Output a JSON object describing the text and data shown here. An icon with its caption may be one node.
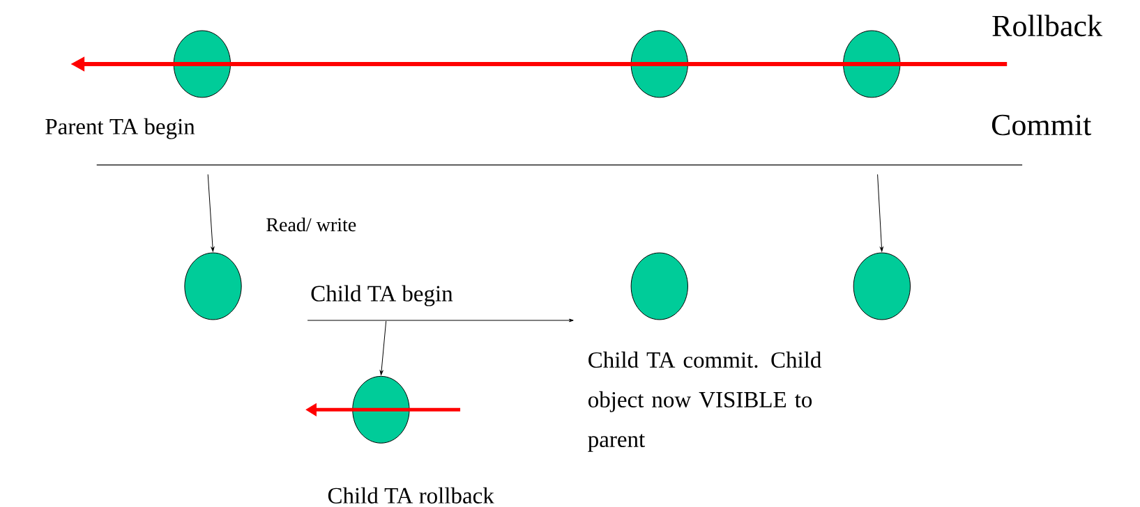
{
  "diagram": {
    "nodes": [
      {
        "text": [],
        "shape": "circle"
      },
      {
        "text": [],
        "shape": "circle"
      },
      {
        "text": [],
        "shape": "circle"
      },
      {
        "text": [],
        "shape": "circle"
      },
      {
        "text": [],
        "shape": "circle"
      },
      {
        "text": [],
        "shape": "circle"
      },
      {
        "text": [],
        "shape": "circle"
      }
    ],
    "edges": [
      {
        "from": null,
        "to": 3,
        "arrow": "to"
      },
      {
        "from": null,
        "to": 5,
        "arrow": "to"
      },
      {
        "from": null,
        "to": 6,
        "arrow": "to"
      }
    ],
    "labels": [
      "Rollback",
      "Parent TA begin",
      "Commit",
      "Read/ write",
      "Child TA begin",
      "Child TA commit. Child object now VISIBLE to parent",
      "Child TA rollback"
    ]
  }
}
